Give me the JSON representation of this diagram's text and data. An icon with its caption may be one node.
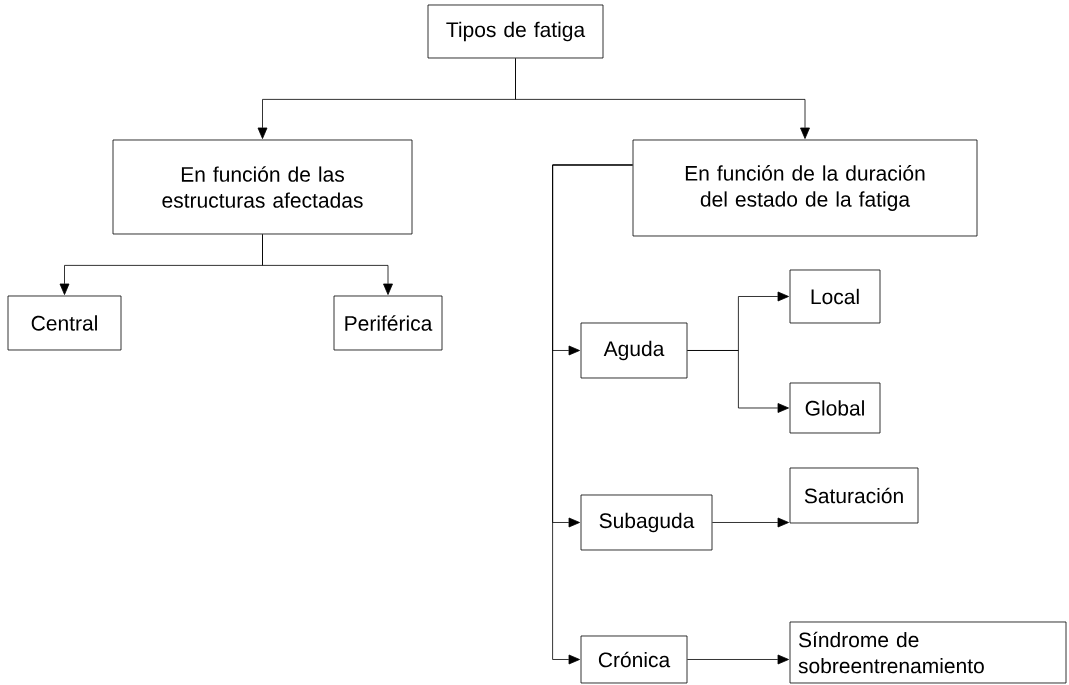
{
  "diagram": {
    "nodes": [
      {
        "text": [
          "Tipos de fatiga"
        ]
      },
      {
        "text": [
          "En función de las estructuras afectadas"
        ]
      },
      {
        "text": [
          "En función de la duración del estado de la fatiga"
        ]
      },
      {
        "text": [
          "Central"
        ]
      },
      {
        "text": [
          "Periférica"
        ]
      },
      {
        "text": [
          "Aguda"
        ]
      },
      {
        "text": [
          "Local"
        ]
      },
      {
        "text": [
          "Global"
        ]
      },
      {
        "text": [
          "Subaguda"
        ]
      },
      {
        "text": [
          "Saturación"
        ]
      },
      {
        "text": [
          "Crónica"
        ]
      },
      {
        "text": [
          "Síndrome de sobreentrenamiento"
        ]
      }
    ],
    "edges": [
      {
        "from": 0,
        "to": 1,
        "arrow": "to"
      },
      {
        "from": 0,
        "to": 2,
        "arrow": "to"
      },
      {
        "from": 1,
        "to": 3,
        "arrow": "to"
      },
      {
        "from": 1,
        "to": 4,
        "arrow": "to"
      },
      {
        "from": 2,
        "to": 5,
        "arrow": "to"
      },
      {
        "from": 2,
        "to": 8,
        "arrow": "to"
      },
      {
        "from": 2,
        "to": 10,
        "arrow": "to"
      },
      {
        "from": 5,
        "to": 6,
        "arrow": "to"
      },
      {
        "from": 5,
        "to": 7,
        "arrow": "to"
      },
      {
        "from": 8,
        "to": 9,
        "arrow": "to"
      },
      {
        "from": 10,
        "to": 11,
        "arrow": "to"
      }
    ]
  }
}
